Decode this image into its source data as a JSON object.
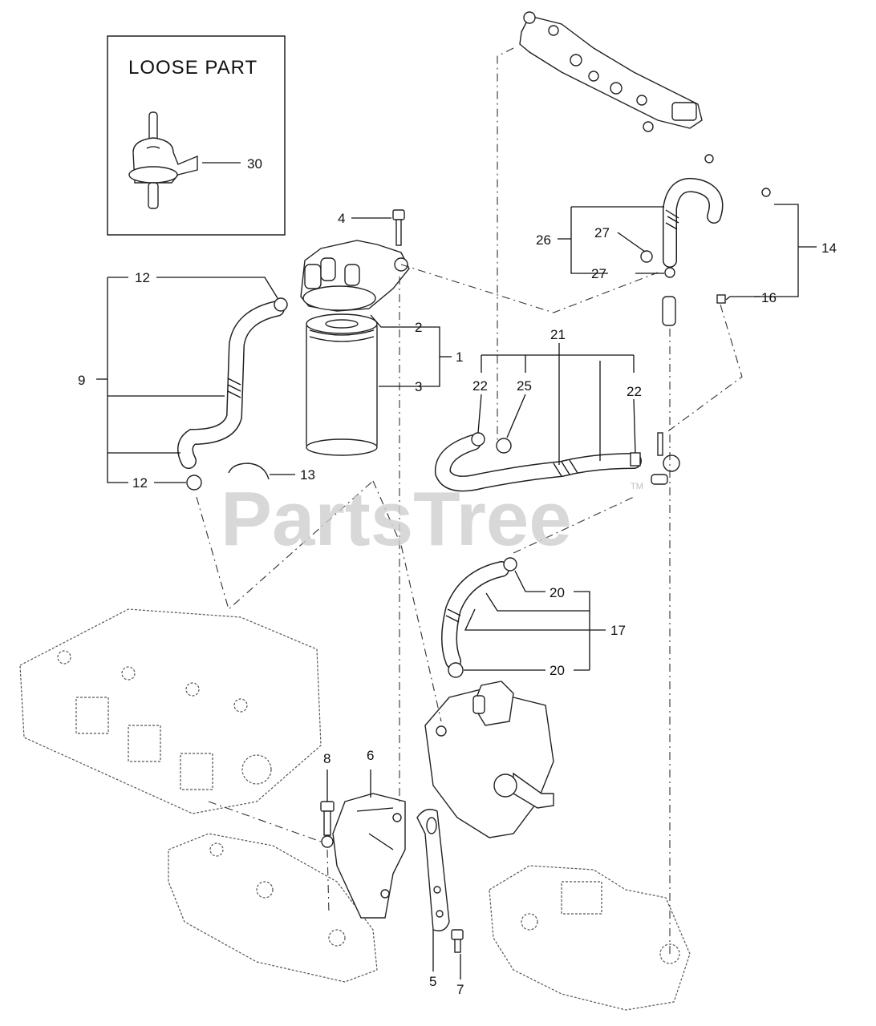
{
  "loose_part": {
    "title": "LOOSE PART"
  },
  "watermark": {
    "text": "PartsTree",
    "tm": "TM"
  },
  "callouts": {
    "c1": "1",
    "c2": "2",
    "c3": "3",
    "c4": "4",
    "c5": "5",
    "c6": "6",
    "c7": "7",
    "c8": "8",
    "c9": "9",
    "c12a": "12",
    "c12b": "12",
    "c13": "13",
    "c14": "14",
    "c16": "16",
    "c17": "17",
    "c20a": "20",
    "c20b": "20",
    "c21": "21",
    "c22a": "22",
    "c22b": "22",
    "c25": "25",
    "c26": "26",
    "c27a": "27",
    "c27b": "27",
    "c30": "30"
  }
}
